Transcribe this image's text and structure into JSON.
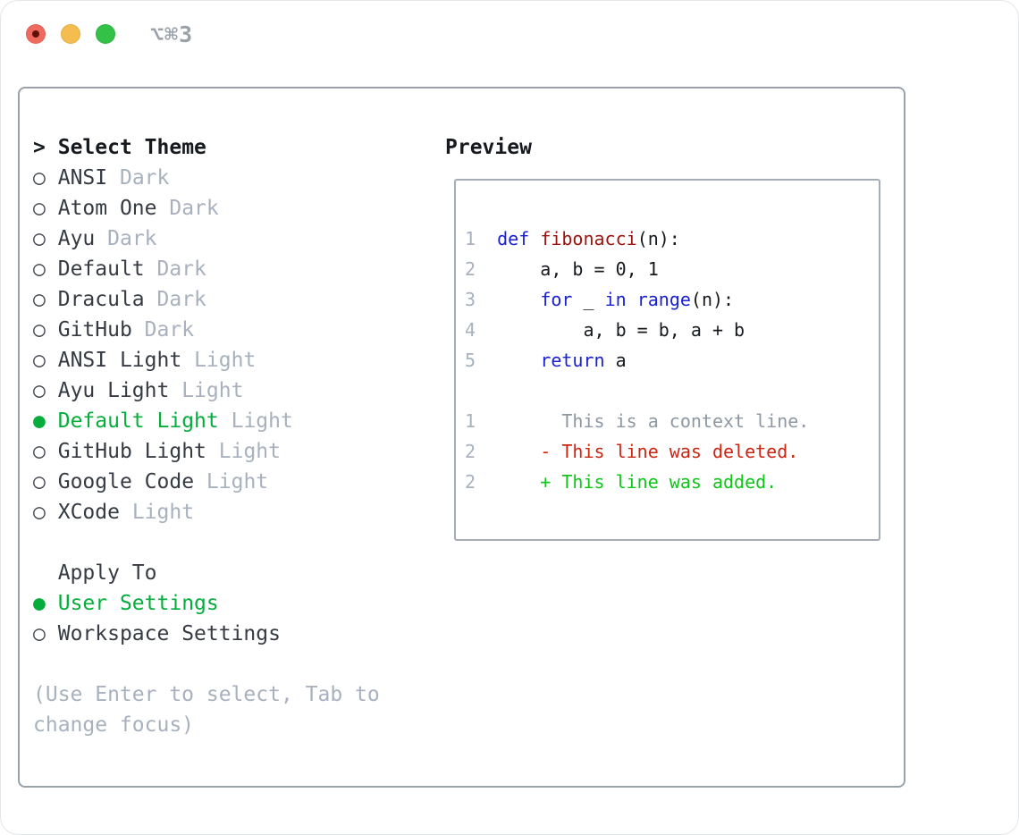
{
  "window": {
    "title": "⌥⌘3"
  },
  "theme_panel": {
    "header": {
      "marker": ">",
      "label": "Select Theme"
    },
    "items": [
      {
        "marker": "○",
        "name": "ANSI",
        "variant": "Dark",
        "selected": false
      },
      {
        "marker": "○",
        "name": "Atom One",
        "variant": "Dark",
        "selected": false
      },
      {
        "marker": "○",
        "name": "Ayu",
        "variant": "Dark",
        "selected": false
      },
      {
        "marker": "○",
        "name": "Default",
        "variant": "Dark",
        "selected": false
      },
      {
        "marker": "○",
        "name": "Dracula",
        "variant": "Dark",
        "selected": false
      },
      {
        "marker": "○",
        "name": "GitHub",
        "variant": "Dark",
        "selected": false
      },
      {
        "marker": "○",
        "name": "ANSI Light",
        "variant": "Light",
        "selected": false
      },
      {
        "marker": "○",
        "name": "Ayu Light",
        "variant": "Light",
        "selected": false
      },
      {
        "marker": "●",
        "name": "Default Light",
        "variant": "Light",
        "selected": true
      },
      {
        "marker": "○",
        "name": "GitHub Light",
        "variant": "Light",
        "selected": false
      },
      {
        "marker": "○",
        "name": "Google Code",
        "variant": "Light",
        "selected": false
      },
      {
        "marker": "○",
        "name": "XCode",
        "variant": "Light",
        "selected": false
      }
    ],
    "apply_to": {
      "header": "Apply To",
      "options": [
        {
          "marker": "●",
          "label": "User Settings",
          "selected": true
        },
        {
          "marker": "○",
          "label": "Workspace Settings",
          "selected": false
        }
      ]
    },
    "hint_lines": [
      "(Use Enter to select, Tab to",
      "change focus)"
    ]
  },
  "preview": {
    "header": "Preview",
    "code_lines": [
      {
        "num": "1",
        "segments": [
          {
            "t": "def",
            "c": "kw"
          },
          {
            "t": " ",
            "c": "pl"
          },
          {
            "t": "fibonacci",
            "c": "fn"
          },
          {
            "t": "(n):",
            "c": "pl"
          }
        ]
      },
      {
        "num": "2",
        "segments": [
          {
            "t": "    a, b = 0, 1",
            "c": "pl"
          }
        ]
      },
      {
        "num": "3",
        "segments": [
          {
            "t": "    ",
            "c": "pl"
          },
          {
            "t": "for",
            "c": "kw"
          },
          {
            "t": " _ ",
            "c": "pl"
          },
          {
            "t": "in",
            "c": "kw"
          },
          {
            "t": " ",
            "c": "pl"
          },
          {
            "t": "range",
            "c": "kw"
          },
          {
            "t": "(n):",
            "c": "pl"
          }
        ]
      },
      {
        "num": "4",
        "segments": [
          {
            "t": "        a, b = b, a + b",
            "c": "pl"
          }
        ]
      },
      {
        "num": "5",
        "segments": [
          {
            "t": "    ",
            "c": "pl"
          },
          {
            "t": "return",
            "c": "kw"
          },
          {
            "t": " a",
            "c": "pl"
          }
        ]
      }
    ],
    "diff_lines": [
      {
        "num": "1",
        "body": "        This is a context line.",
        "type": "context"
      },
      {
        "num": "2",
        "body": "      - This line was deleted.",
        "type": "deleted"
      },
      {
        "num": "2",
        "body": "      + This line was added.",
        "type": "added"
      }
    ]
  },
  "colors": {
    "green_selected": "#06ad3c",
    "green_added": "#0fc518",
    "red_deleted": "#cc2512",
    "red_function": "#9b130c",
    "blue_keyword": "#1a21d1",
    "muted_gray": "#a8b1bd",
    "context_gray": "#8e98a2",
    "name_gray": "#363b43",
    "ink_black": "#16191d",
    "marker_gray": "#3d434b",
    "panel_border": "#99a1ab",
    "box_border": "#a7adb5",
    "title_gray": "#9aa1a9",
    "traffic_red": "#ee6a5f",
    "traffic_red_dot": "#61100b",
    "traffic_yellow": "#f5bd4f",
    "traffic_green": "#33c148"
  }
}
